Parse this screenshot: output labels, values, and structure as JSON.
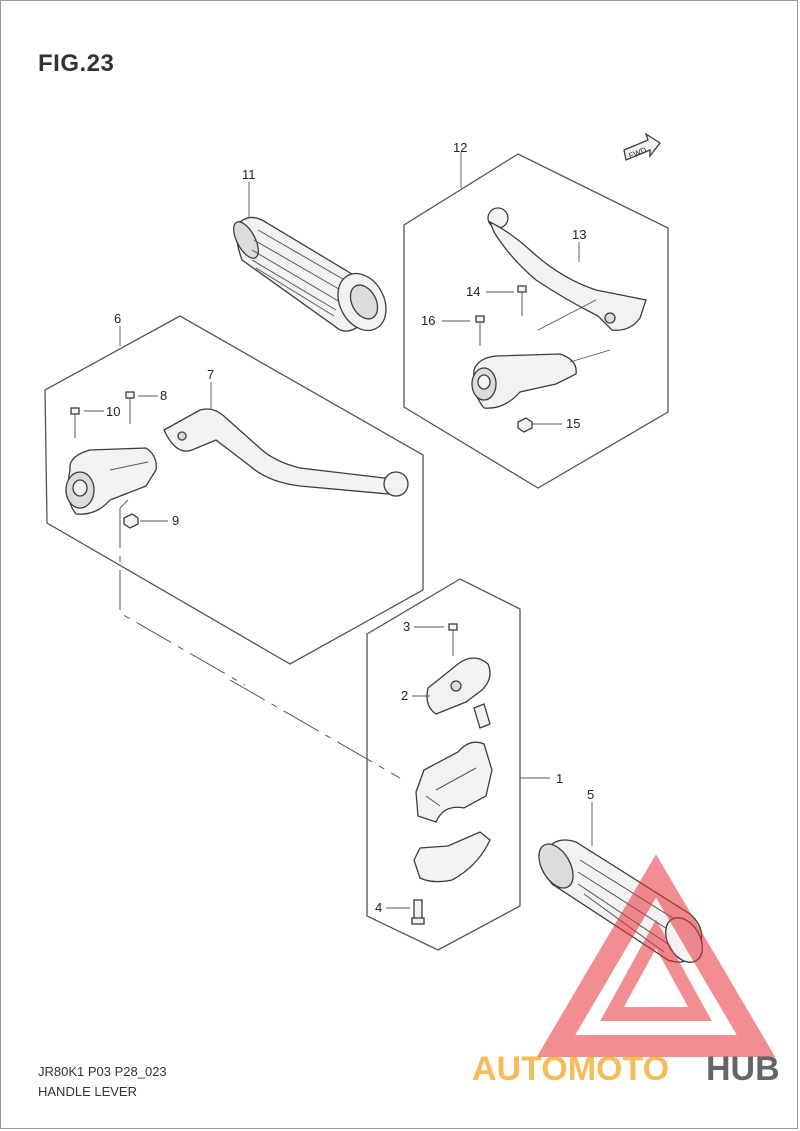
{
  "figure": {
    "title": "FIG.23"
  },
  "direction_badge": "FWD",
  "callouts": [
    "1",
    "2",
    "3",
    "4",
    "5",
    "6",
    "7",
    "8",
    "9",
    "10",
    "11",
    "12",
    "13",
    "14",
    "15",
    "16"
  ],
  "footer": {
    "code": "JR80K1 P03 P28_023",
    "name": "HANDLE LEVER"
  },
  "watermark": {
    "part1": "AUTOMOTO",
    "part2": "HUB",
    "colors": {
      "triangle": "#e8323a",
      "auto": "#f5a623",
      "hub": "#555555"
    }
  }
}
